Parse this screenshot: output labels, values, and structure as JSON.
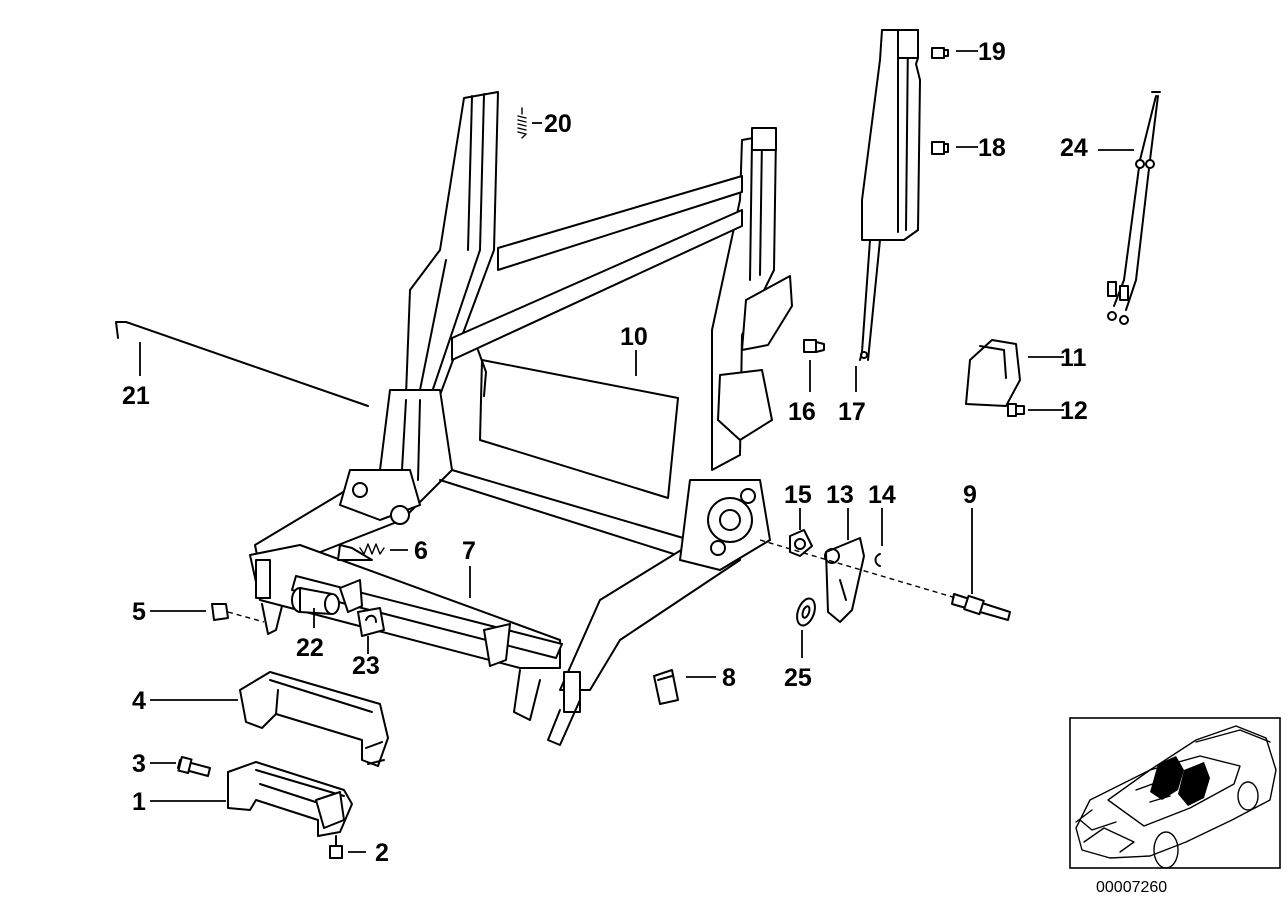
{
  "diagram_code": "00007260",
  "callouts": [
    {
      "id": "1",
      "text": "1"
    },
    {
      "id": "2",
      "text": "2"
    },
    {
      "id": "3",
      "text": "3"
    },
    {
      "id": "4",
      "text": "4"
    },
    {
      "id": "5",
      "text": "5"
    },
    {
      "id": "6",
      "text": "6"
    },
    {
      "id": "7",
      "text": "7"
    },
    {
      "id": "8",
      "text": "8"
    },
    {
      "id": "9",
      "text": "9"
    },
    {
      "id": "10",
      "text": "10"
    },
    {
      "id": "11",
      "text": "11"
    },
    {
      "id": "12",
      "text": "12"
    },
    {
      "id": "13",
      "text": "13"
    },
    {
      "id": "14",
      "text": "14"
    },
    {
      "id": "15",
      "text": "15"
    },
    {
      "id": "16",
      "text": "16"
    },
    {
      "id": "17",
      "text": "17"
    },
    {
      "id": "18",
      "text": "18"
    },
    {
      "id": "19",
      "text": "19"
    },
    {
      "id": "20",
      "text": "20"
    },
    {
      "id": "21",
      "text": "21"
    },
    {
      "id": "22",
      "text": "22"
    },
    {
      "id": "23",
      "text": "23"
    },
    {
      "id": "24",
      "text": "24"
    },
    {
      "id": "25",
      "text": "25"
    }
  ]
}
